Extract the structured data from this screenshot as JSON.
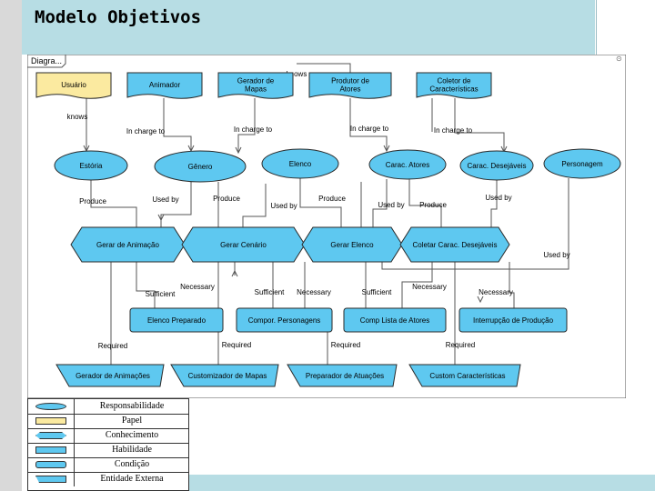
{
  "slide": {
    "title": "Modelo Objetivos"
  },
  "diagram": {
    "frame_label": "Diagra...",
    "colors": {
      "fill": "#5ec8f0",
      "agent_fill": "#fbeaa0",
      "stroke": "#2a2a2a",
      "line": "#555555"
    },
    "agents": [
      {
        "id": "usuario",
        "label": "Usuário",
        "selected": true
      },
      {
        "id": "animador",
        "label": "Animador"
      },
      {
        "id": "gerador_mapas",
        "label": "Gerador de Mapas"
      },
      {
        "id": "produtor_atores",
        "label": "Produtor de Atores"
      },
      {
        "id": "coletor_caracteristicas",
        "label": "Coletor de Características"
      }
    ],
    "goals": [
      {
        "id": "estoria",
        "label": "Estória"
      },
      {
        "id": "genero",
        "label": "Gênero"
      },
      {
        "id": "elenco",
        "label": "Elenco"
      },
      {
        "id": "carac_atores",
        "label": "Carac. Atores"
      },
      {
        "id": "carac_desejaveis",
        "label": "Carac. Desejáveis"
      },
      {
        "id": "personagem",
        "label": "Personagem"
      }
    ],
    "tasks": [
      {
        "id": "gerar_animacao",
        "label": "Gerar de Animação"
      },
      {
        "id": "gerar_cenario",
        "label": "Gerar Cenário"
      },
      {
        "id": "gerar_elenco",
        "label": "Gerar Elenco"
      },
      {
        "id": "coletar_carac",
        "label": "Coletar Carac. Desejáveis"
      }
    ],
    "conditions": [
      {
        "id": "elenco_preparado",
        "label": "Elenco Preparado"
      },
      {
        "id": "compor_personagens",
        "label": "Compor. Personagens"
      },
      {
        "id": "comp_lista_atores",
        "label": "Comp Lista de Atores"
      },
      {
        "id": "interrupcao_producao",
        "label": "Interrupção de Produção"
      }
    ],
    "externals": [
      {
        "id": "gerador_animacoes",
        "label": "Gerador de Animações"
      },
      {
        "id": "customizador_mapas",
        "label": "Customizador de Mapas"
      },
      {
        "id": "preparador_atuacoes",
        "label": "Preparador de Atuações"
      },
      {
        "id": "custom_caracteristicas",
        "label": "Custom Características"
      }
    ],
    "relations": {
      "knows": "knows",
      "in_charge_of": "In charge to",
      "produce": "Produce",
      "used_by": "Used by",
      "sufficient": "Sufficient",
      "necessary": "Necessary",
      "required": "Required"
    }
  },
  "legend": {
    "rows": [
      {
        "label": "Responsabilidade"
      },
      {
        "label": "Papel"
      },
      {
        "label": "Conhecimento"
      },
      {
        "label": "Habilidade"
      },
      {
        "label": "Condição"
      },
      {
        "label": "Entidade Externa"
      }
    ]
  }
}
